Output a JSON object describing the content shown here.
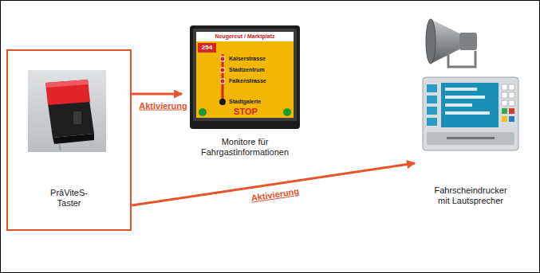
{
  "diagram": {
    "nodes": [
      {
        "text": [
          "PrâViteS-Taster"
        ]
      },
      {
        "text": [
          "Monitore für Fahrgastinformationen"
        ]
      },
      {
        "text": [
          "Fahrscheindrucker mit Lautsprecher"
        ]
      }
    ],
    "edges": [
      {
        "from": 0,
        "to": 1,
        "arrow": "to",
        "label": "Aktivierung"
      },
      {
        "from": 0,
        "to": 2,
        "arrow": "to",
        "label": "Aktivierung"
      }
    ],
    "labels": [
      "Neugereut / Marktplatz",
      "254",
      "Kaiserstrasse",
      "Stadtzentrum",
      "Falkenstrasse",
      "Stadtgalerie",
      "STOP"
    ]
  }
}
